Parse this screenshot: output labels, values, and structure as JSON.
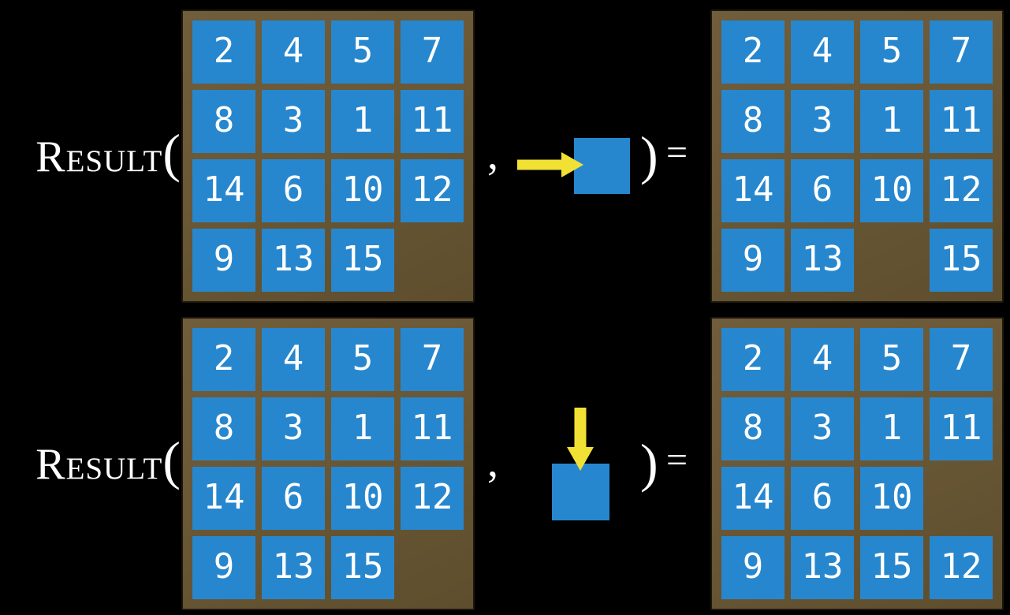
{
  "colors": {
    "background": "#000000",
    "tile_blue": "#2787CE",
    "frame_brown": "#6A5836",
    "arrow_yellow": "#F2E135",
    "text_white": "#FFFFFF"
  },
  "function_name": "Result",
  "open_paren": "(",
  "comma": ",",
  "close_paren": ")",
  "equals_sign": "=",
  "examples": [
    {
      "move_direction": "right",
      "move_icon": "arrow-right-icon",
      "before": {
        "rows": [
          [
            "2",
            "4",
            "5",
            "7"
          ],
          [
            "8",
            "3",
            "1",
            "11"
          ],
          [
            "14",
            "6",
            "10",
            "12"
          ],
          [
            "9",
            "13",
            "15",
            ""
          ]
        ]
      },
      "after": {
        "rows": [
          [
            "2",
            "4",
            "5",
            "7"
          ],
          [
            "8",
            "3",
            "1",
            "11"
          ],
          [
            "14",
            "6",
            "10",
            "12"
          ],
          [
            "9",
            "13",
            "",
            "15"
          ]
        ]
      }
    },
    {
      "move_direction": "down",
      "move_icon": "arrow-down-icon",
      "before": {
        "rows": [
          [
            "2",
            "4",
            "5",
            "7"
          ],
          [
            "8",
            "3",
            "1",
            "11"
          ],
          [
            "14",
            "6",
            "10",
            "12"
          ],
          [
            "9",
            "13",
            "15",
            ""
          ]
        ]
      },
      "after": {
        "rows": [
          [
            "2",
            "4",
            "5",
            "7"
          ],
          [
            "8",
            "3",
            "1",
            "11"
          ],
          [
            "14",
            "6",
            "10",
            ""
          ],
          [
            "9",
            "13",
            "15",
            "12"
          ]
        ]
      }
    }
  ]
}
